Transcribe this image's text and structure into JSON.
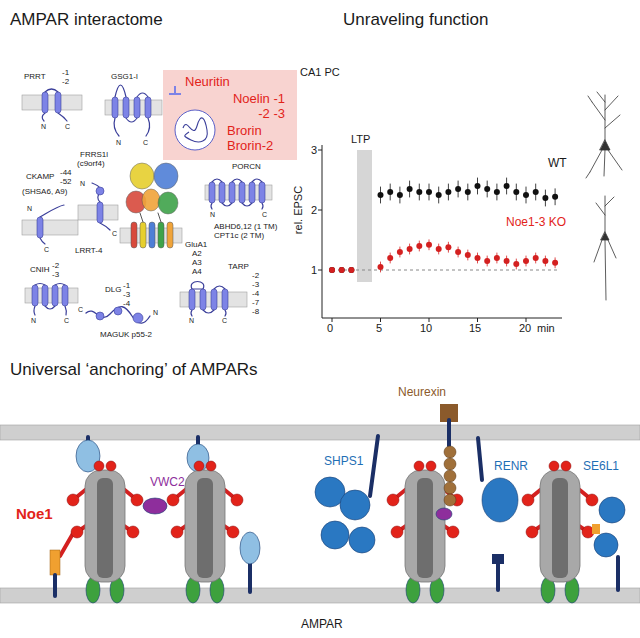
{
  "diagram": {
    "nodes": [
      {
        "text": [
          "Neuritin",
          "Noelin -1 -2 -3",
          "Brorin Brorin-2"
        ]
      }
    ],
    "labels": [
      "AMPAR interactome",
      "Unraveling function",
      "PRRT",
      "-1",
      "-2",
      "N",
      "C",
      "GSG1-l",
      "N",
      "C",
      "CKAMP",
      "-44",
      "-52",
      "(SHSA6, A9)",
      "N",
      "C",
      "FRRS1l",
      "(c9orf4)",
      "N",
      "C",
      "LRRT-4",
      "GluA1",
      "A2",
      "A3",
      "A4",
      "PORCN",
      "N",
      "C",
      "ABHD6,12 (1 TM)",
      "CPT1c (2 TM)",
      "CNIH",
      "-2",
      "-3",
      "N",
      "C",
      "DLG",
      "-1",
      "-3",
      "-4",
      "N",
      "C",
      "MAGUK p55-2",
      "TARP",
      "-2",
      "-3",
      "-4",
      "-7",
      "-8",
      "N",
      "C",
      "CA1 PC",
      "3",
      "2",
      "1",
      "rel. EPSC",
      "0",
      "5",
      "10",
      "15",
      "20",
      "min",
      "LTP",
      "WT",
      "Noe1-3 KO",
      "Universal ‘anchoring’ of AMPARs",
      "Noe1",
      "VWC2",
      "Neurexin",
      "SHPS1",
      "RENR",
      "SE6L1",
      "AMPAR"
    ]
  }
}
